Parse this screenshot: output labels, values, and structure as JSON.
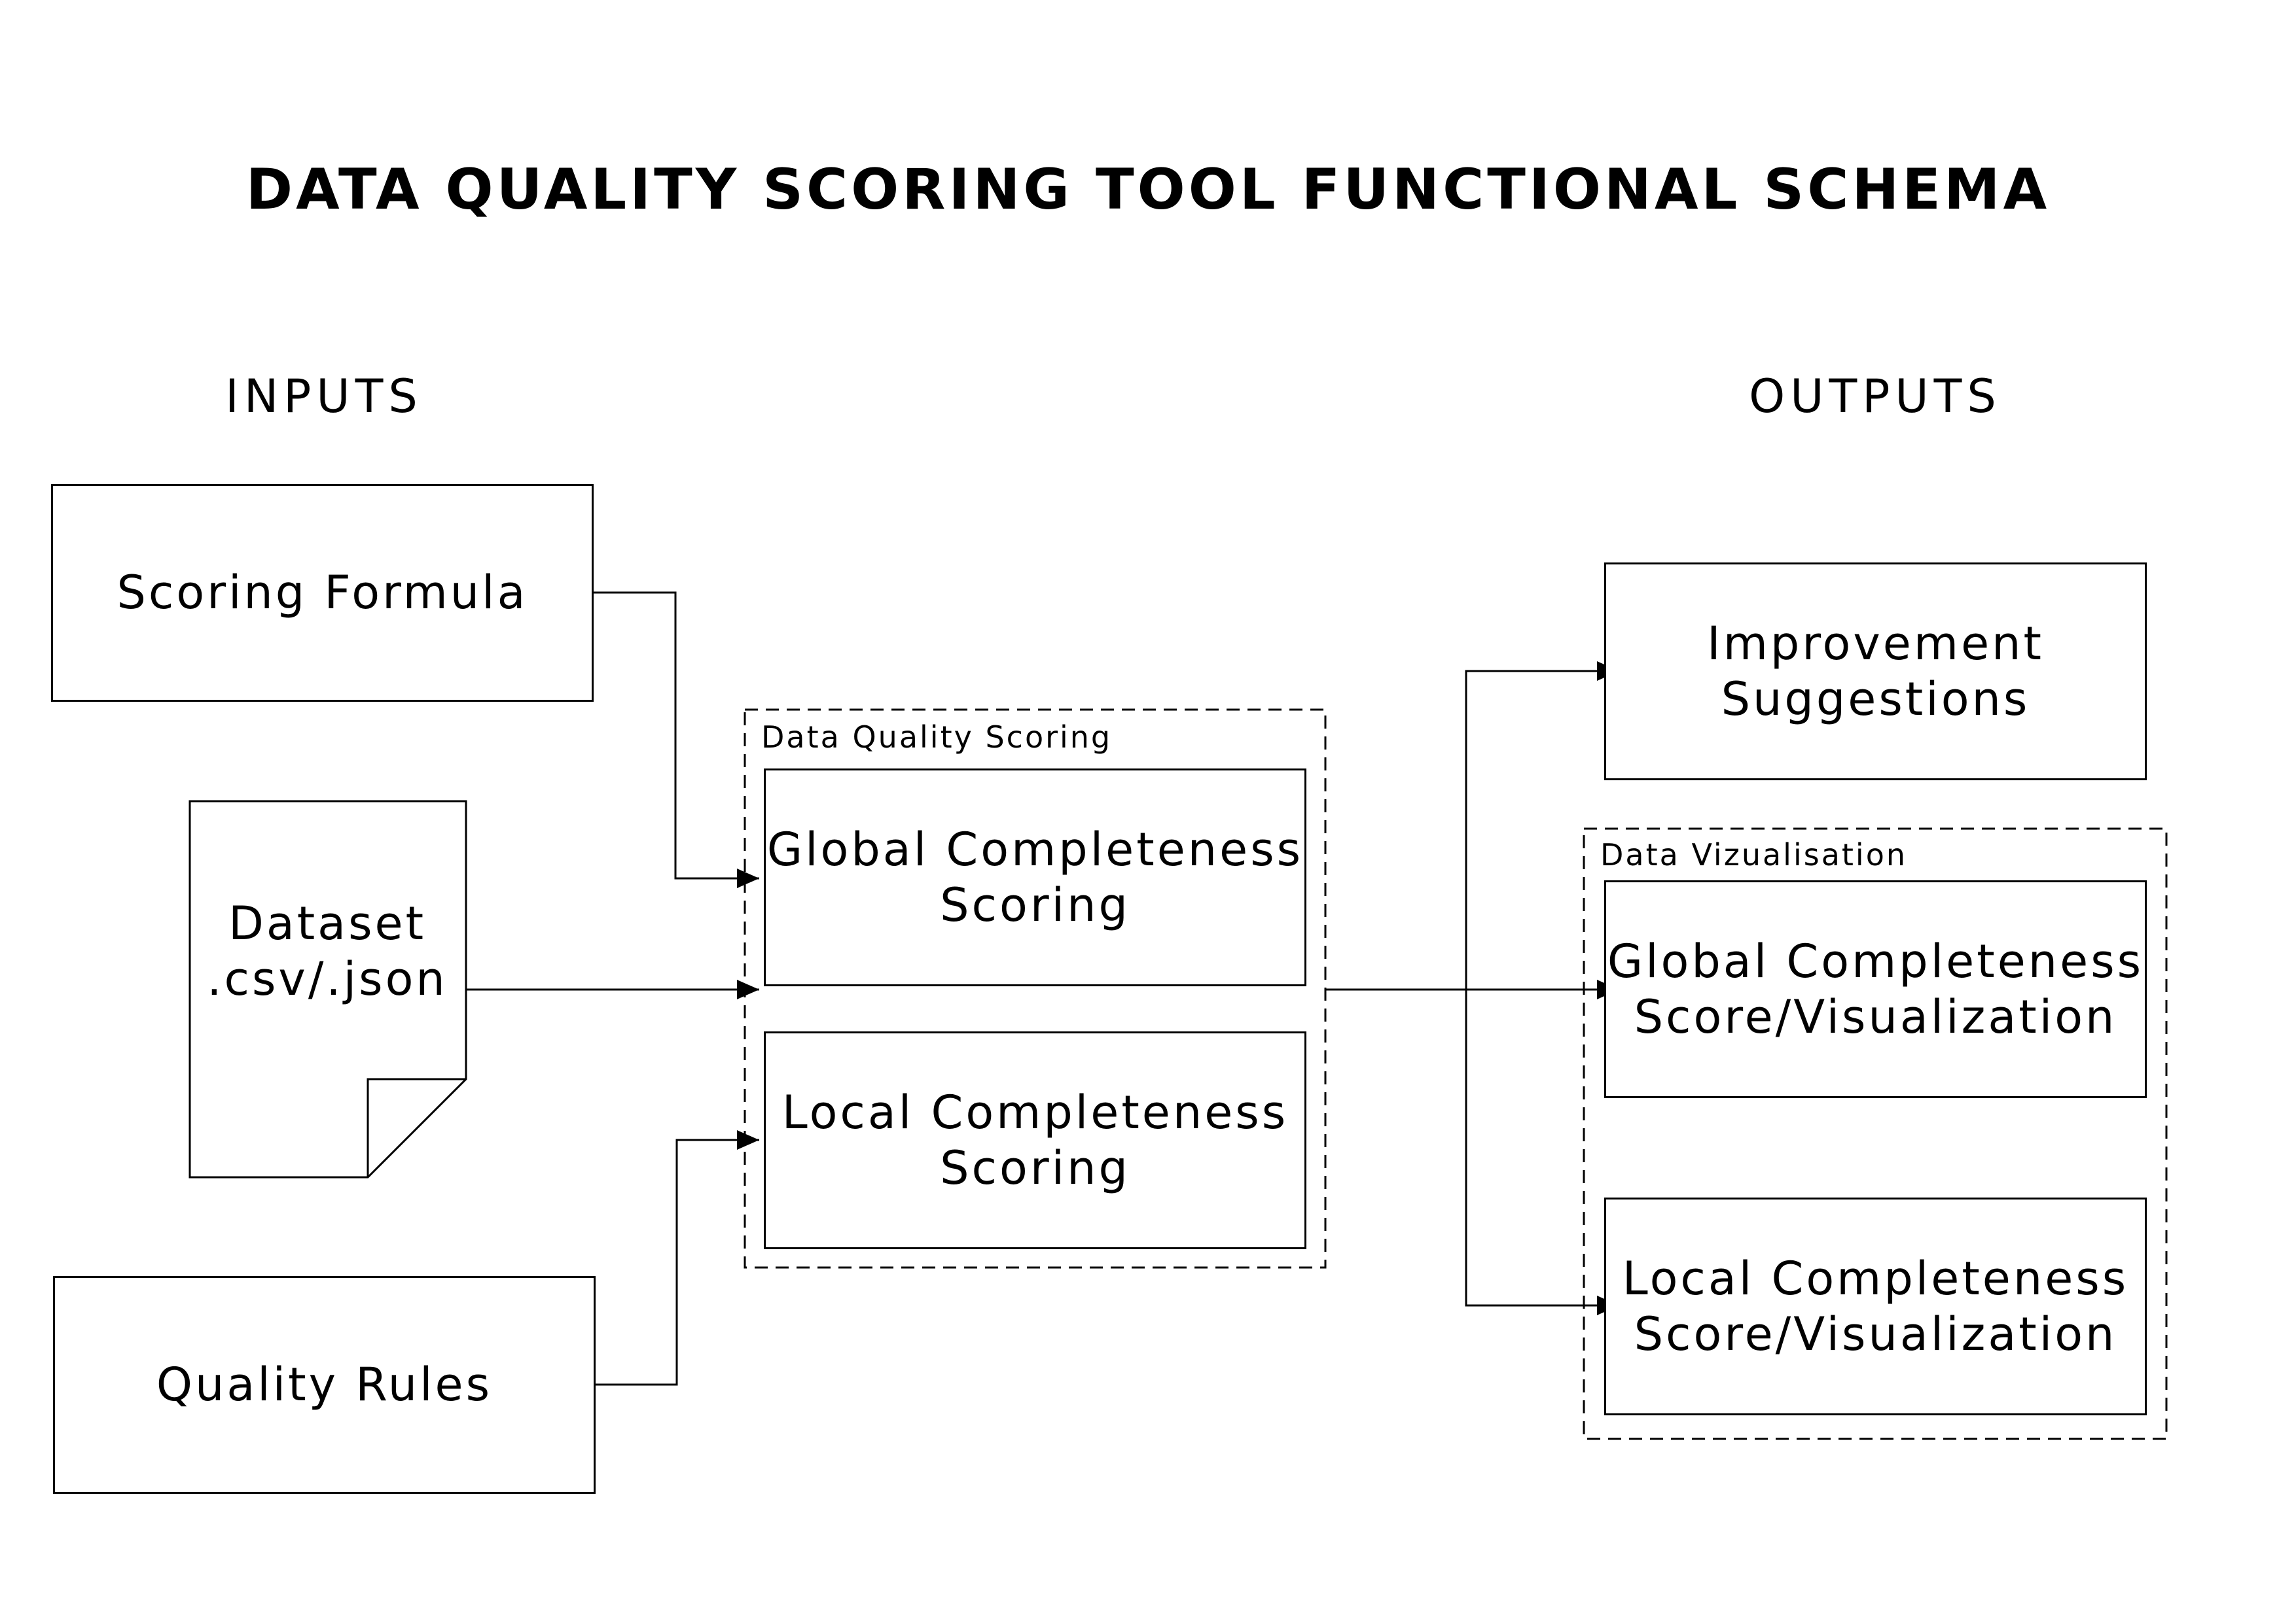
{
  "title": "DATA QUALITY SCORING TOOL FUNCTIONAL SCHEMA",
  "inputs_label": "INPUTS",
  "outputs_label": "OUTPUTS",
  "inputs": {
    "scoring_formula": "Scoring Formula",
    "dataset": "Dataset\n.csv/.json",
    "quality_rules": "Quality Rules"
  },
  "scoring_group": {
    "label": "Data Quality Scoring",
    "global": "Global Completeness\nScoring",
    "local": "Local Completeness\nScoring"
  },
  "outputs": {
    "improvement": "Improvement\nSuggestions",
    "visualisation_group": {
      "label": "Data Vizualisation",
      "global": "Global Completeness\nScore/Visualization",
      "local": "Local Completeness\nScore/Visualization"
    }
  }
}
